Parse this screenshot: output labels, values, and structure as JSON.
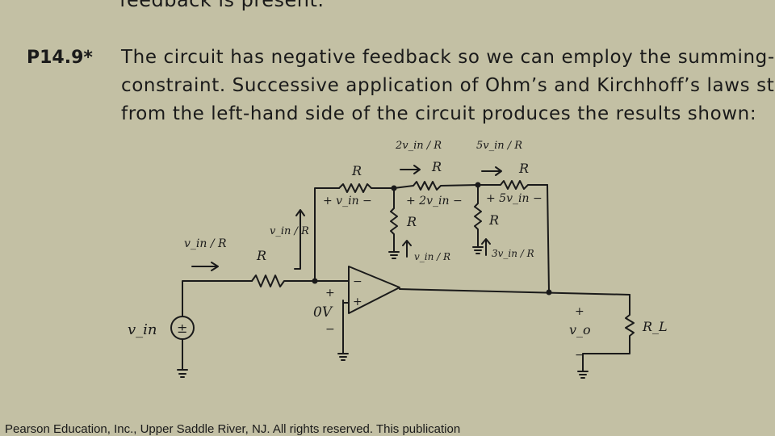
{
  "text": {
    "top_fragment": "feedback is present.",
    "problem_label": "P14.9*",
    "lines": [
      "The circuit has negative feedback so we can employ the summing-po",
      "constraint.  Successive application of Ohm’s and Kirchhoff’s laws st",
      "from the left-hand side of the circuit produces the results shown:"
    ],
    "footer": "Pearson Education, Inc., Upper Saddle River, NJ.  All rights reserved. This publication"
  },
  "circuit": {
    "source_label": "v_in",
    "source_sign": "±",
    "input_current": "v_in / R",
    "input_resistor": "R",
    "feedback_current": "v_in / R",
    "summing_node_voltage": "0V",
    "opamp_inputs": [
      "−",
      "+"
    ],
    "r1_label": "R",
    "r1_voltage": "+ v_in −",
    "r2_label": "R",
    "r2_current": "2v_in / R",
    "r2_voltage": "+ 2v_in −",
    "r3_label": "R",
    "r3_current": "5v_in / R",
    "r3_voltage": "+ 5v_in −",
    "shunt1_label": "R",
    "shunt1_current": "v_in / R",
    "shunt2_label": "R",
    "shunt2_current": "3v_in / R",
    "output_voltage": "v_o",
    "load_label": "R_L"
  }
}
